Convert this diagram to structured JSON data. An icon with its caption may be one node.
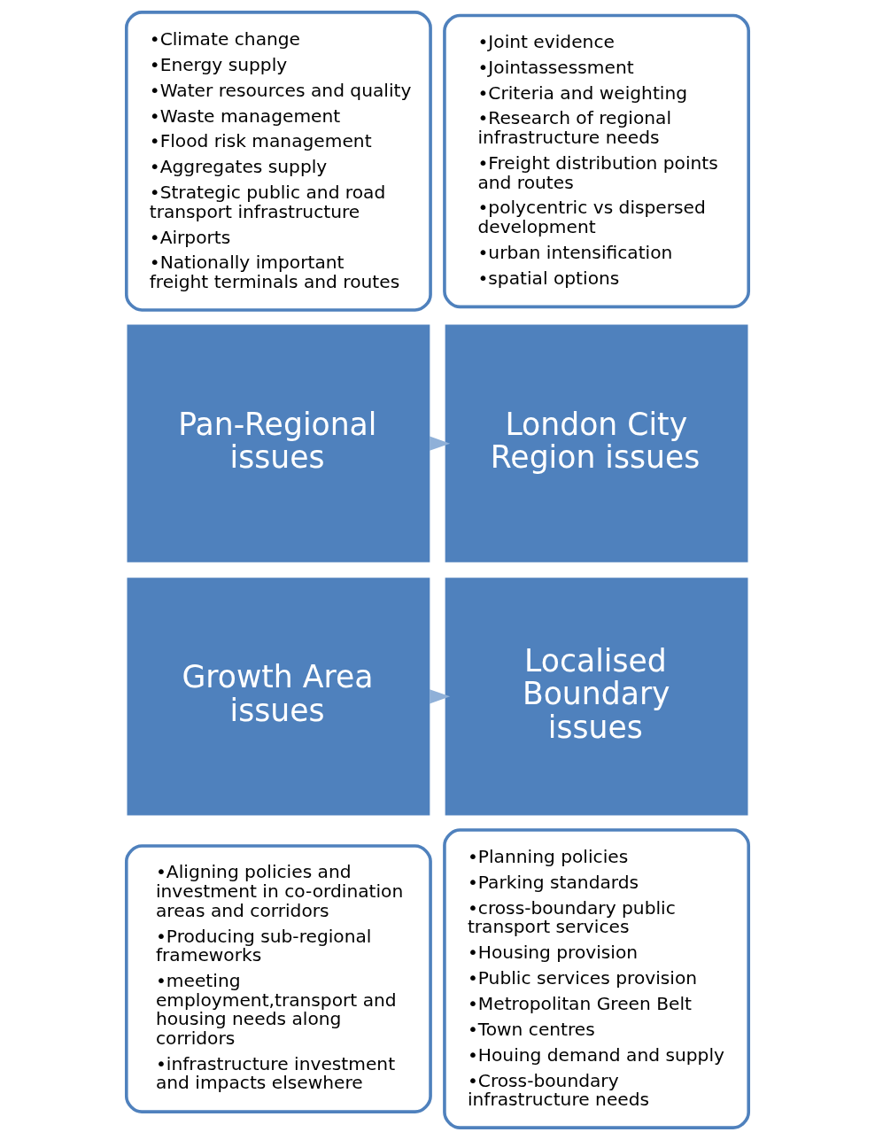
{
  "diagram": {
    "nodes": [
      {
        "text": [
          "•Climate change",
          "•Energy supply",
          "•Water resources and quality",
          "•Waste management",
          "•Flood risk management",
          "•Aggregates supply",
          "•Strategic public and road transport infrastructure",
          "•Airports",
          "•Nationally important freight terminals and routes"
        ]
      },
      {
        "text": [
          "•Joint evidence",
          "•Jointassessment",
          "•Criteria and weighting",
          "•Research of regional infrastructure needs",
          "•Freight distribution points and routes",
          "•polycentric vs dispersed development",
          "•urban intensification",
          "•spatial options"
        ]
      },
      {
        "text": [
          "Pan-Regional issues"
        ]
      },
      {
        "text": [
          "London City Region issues"
        ]
      },
      {
        "text": [
          "Localised Boundary issues"
        ]
      },
      {
        "text": [
          "Growth Area issues"
        ]
      },
      {
        "text": [
          "•Planning policies",
          "•Parking standards",
          "•cross-boundary public transport services",
          "•Housing provision",
          "•Public services provision",
          "•Metropolitan Green Belt",
          "•Town centres",
          "•Houing demand and supply",
          "•Cross-boundary infrastructure needs"
        ]
      },
      {
        "text": [
          "•Aligning policies and investment in co-ordination areas and corridors",
          "•Producing sub-regional frameworks",
          "•meeting employment,transport and housing needs along corridors",
          "•infrastructure investment and impacts elsewhere"
        ]
      }
    ],
    "edges": [
      {
        "from": 2,
        "to": 3,
        "arrow": "to"
      },
      {
        "from": 5,
        "to": 4,
        "arrow": "to"
      }
    ]
  }
}
